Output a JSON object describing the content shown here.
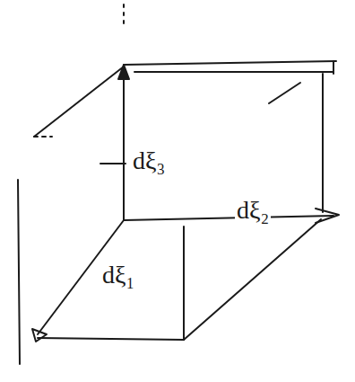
{
  "diagram": {
    "labels": [
      "dξ₃",
      "dξ₂",
      "dξ₁"
    ]
  }
}
